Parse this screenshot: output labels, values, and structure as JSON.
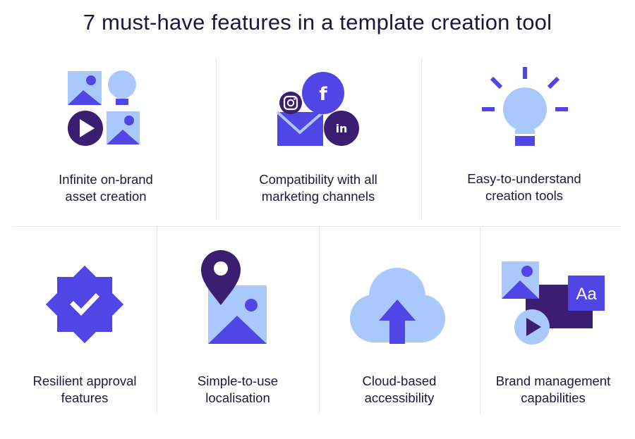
{
  "title": "7 must-have features in a template creation tool",
  "features": [
    {
      "label_lines": [
        "Infinite on-brand",
        "asset creation"
      ],
      "icon": "image-collage-icon"
    },
    {
      "label_lines": [
        "Compatibility with all",
        "marketing channels"
      ],
      "icon": "social-channels-icon"
    },
    {
      "label_lines": [
        "Easy-to-understand",
        "creation tools"
      ],
      "icon": "lightbulb-icon"
    },
    {
      "label_lines": [
        "Resilient approval",
        "features"
      ],
      "icon": "approval-badge-icon"
    },
    {
      "label_lines": [
        "Simple-to-use",
        "localisation"
      ],
      "icon": "location-image-icon"
    },
    {
      "label_lines": [
        "Cloud-based",
        "accessibility"
      ],
      "icon": "cloud-upload-icon"
    },
    {
      "label_lines": [
        "Brand management",
        "capabilities"
      ],
      "icon": "brand-assets-icon"
    }
  ],
  "icon_text": {
    "facebook": "f",
    "linkedin": "in",
    "typography": "Aa"
  },
  "colors": {
    "dark_purple": "#3b1d72",
    "indigo": "#4f46e5",
    "light_blue": "#a9c8fb",
    "text": "#1f1640"
  }
}
